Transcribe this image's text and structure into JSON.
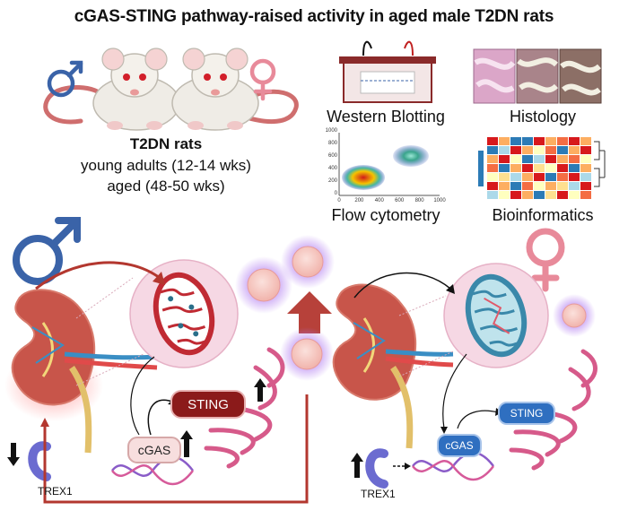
{
  "title": "cGAS-STING pathway-raised activity in aged male T2DN rats",
  "rats": {
    "title": "T2DN rats",
    "line1": "young adults (12-14 wks)",
    "line2": "aged (48-50 wks)"
  },
  "methods": {
    "western": "Western Blotting",
    "histology": "Histology",
    "flow": "Flow cytometry",
    "bioinformatics": "Bioinformatics"
  },
  "flow_axis": {
    "y_ticks": [
      "1000",
      "800",
      "600",
      "400",
      "200",
      "0"
    ],
    "x_ticks": [
      "0",
      "200",
      "400",
      "600",
      "800",
      "1000"
    ]
  },
  "male_panel": {
    "sting": "STING",
    "cgas": "cGAS",
    "trex": "TREX1"
  },
  "female_panel": {
    "sting": "STING",
    "cgas": "cGAS",
    "trex": "TREX1"
  },
  "colors": {
    "male_symbol": "#3a63a8",
    "female_symbol": "#e88a9a",
    "male_arrow": "#b3372f",
    "sting_male_fill": "#8b1a1a",
    "female_pill_fill": "#2f6fc0",
    "trex_male": "#6b6bd0",
    "trex_female": "#6b6bd0"
  }
}
